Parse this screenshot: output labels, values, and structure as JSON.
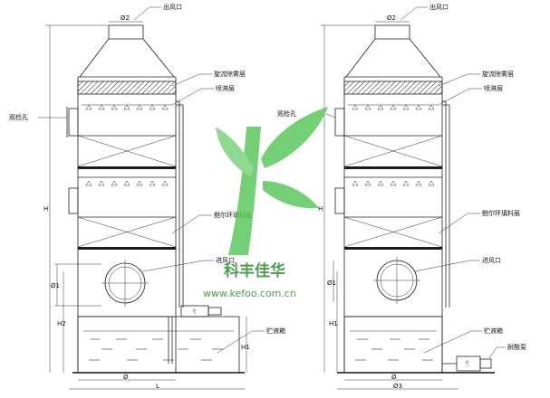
{
  "labels": {
    "outlet": "出风口",
    "demister": "旋流除雾层",
    "spray": "喷淋层",
    "sight_hole": "观检孔",
    "packing": "鲍尔环填料层",
    "inlet": "进风口",
    "tank": "贮液箱",
    "acid_pump": "耐酸泵"
  },
  "dimensions": {
    "d2": "Ø2",
    "d1": "Ø1",
    "d": "Ø",
    "d3": "Ø3",
    "h": "H",
    "h1": "H1",
    "h2": "H2",
    "l": "L"
  },
  "brand": {
    "name": "科丰佳华",
    "url": "www.kefoo.com.cn"
  },
  "colors": {
    "logo_green": "#5cc85c",
    "text_green": "#2f8a2f"
  }
}
